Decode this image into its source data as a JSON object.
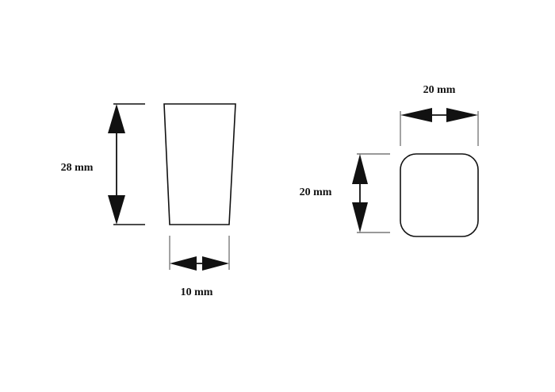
{
  "dimensions": {
    "front_height": "28 mm",
    "front_bottom_width": "10 mm",
    "top_width": "20 mm",
    "top_height": "20 mm"
  },
  "colors": {
    "line": "#111111",
    "background": "#ffffff"
  }
}
